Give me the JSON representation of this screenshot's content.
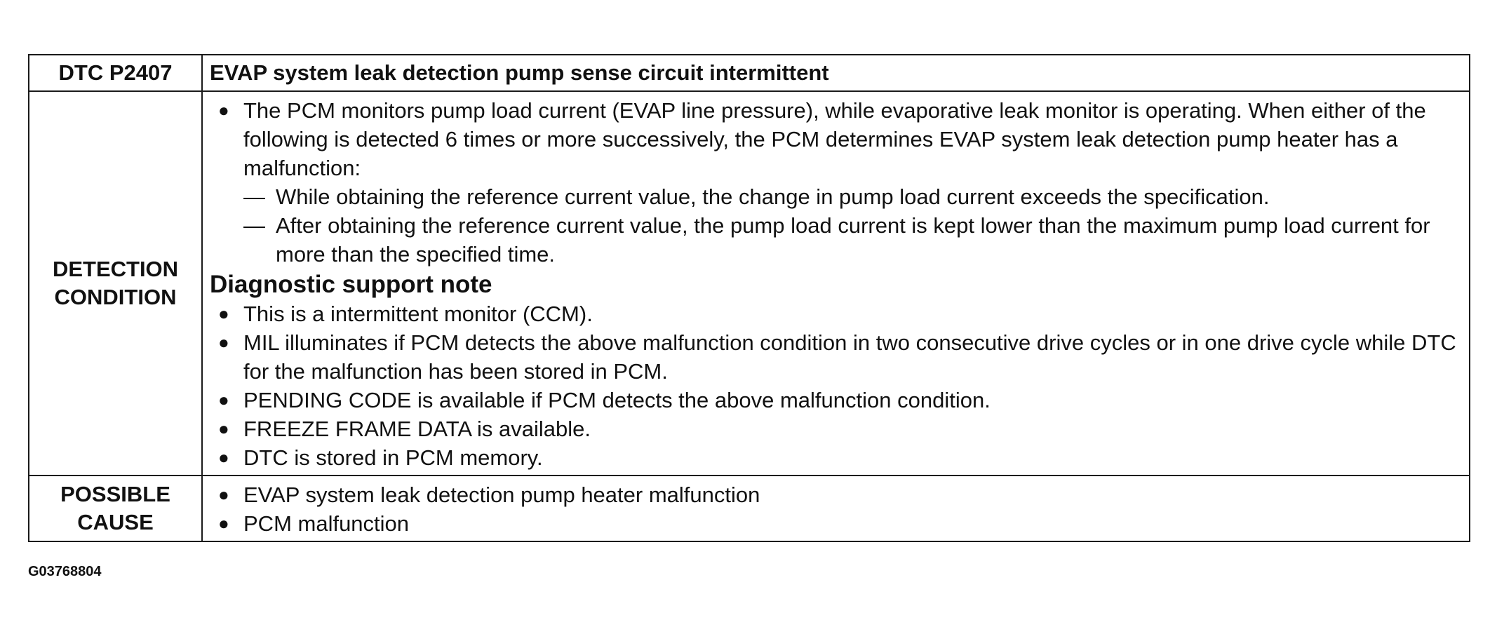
{
  "table": {
    "header": {
      "code": "DTC P2407",
      "title": "EVAP system leak detection pump sense circuit intermittent"
    },
    "detection_condition": {
      "label_line1": "DETECTION",
      "label_line2": "CONDITION",
      "bullet1": "The PCM monitors pump load current (EVAP line pressure), while evaporative leak monitor is operating. When either of the following is detected 6 times or more successively, the PCM determines EVAP system leak detection pump heater has a malfunction:",
      "dash_glyph": "—",
      "sub_items": [
        "While obtaining the reference current value, the change in pump load current exceeds the specification.",
        "After obtaining the reference current value, the pump load current is kept lower than the maximum pump load current for more than the specified time."
      ],
      "note_heading": "Diagnostic support note",
      "note_items": [
        "This is a intermittent monitor (CCM).",
        "MIL illuminates if PCM detects the above malfunction condition in two consecutive drive cycles or in one drive cycle while DTC for the malfunction has been stored in PCM.",
        "PENDING CODE is available if PCM detects the above malfunction condition.",
        "FREEZE FRAME DATA is available.",
        "DTC is stored in PCM memory."
      ]
    },
    "possible_cause": {
      "label_line1": "POSSIBLE",
      "label_line2": "CAUSE",
      "items": [
        "EVAP system leak detection pump heater malfunction",
        "PCM malfunction"
      ]
    },
    "bullet_glyph": "●"
  },
  "figure_id": "G03768804"
}
